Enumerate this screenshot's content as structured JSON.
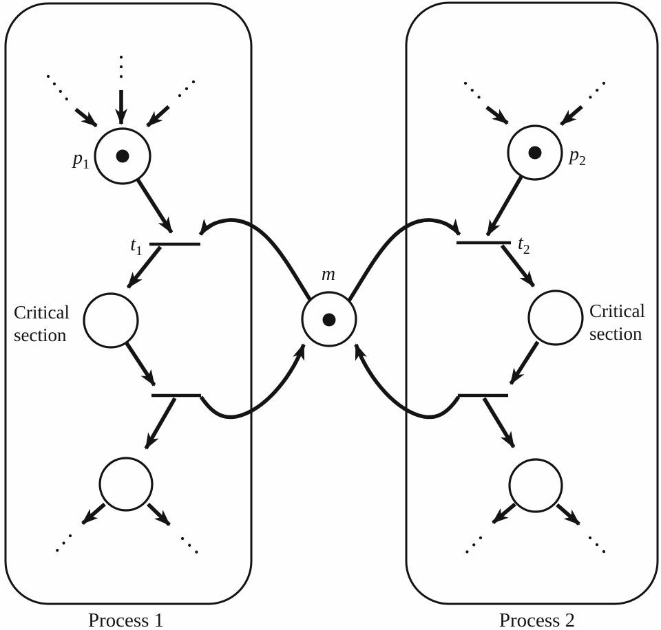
{
  "colors": {
    "ink": "#141414",
    "paper": "#fefefe"
  },
  "net": {
    "m_label": "m",
    "p1": {
      "base": "p",
      "sub": "1"
    },
    "p2": {
      "base": "p",
      "sub": "2"
    },
    "t1": {
      "base": "t",
      "sub": "1"
    },
    "t2": {
      "base": "t",
      "sub": "2"
    },
    "critical1": {
      "line1": "Critical",
      "line2": "section"
    },
    "critical2": {
      "line1": "Critical",
      "line2": "section"
    },
    "process1_caption": "Process 1",
    "process2_caption": "Process 2",
    "tokens": {
      "p1": 1,
      "p2": 1,
      "m": 1
    }
  }
}
